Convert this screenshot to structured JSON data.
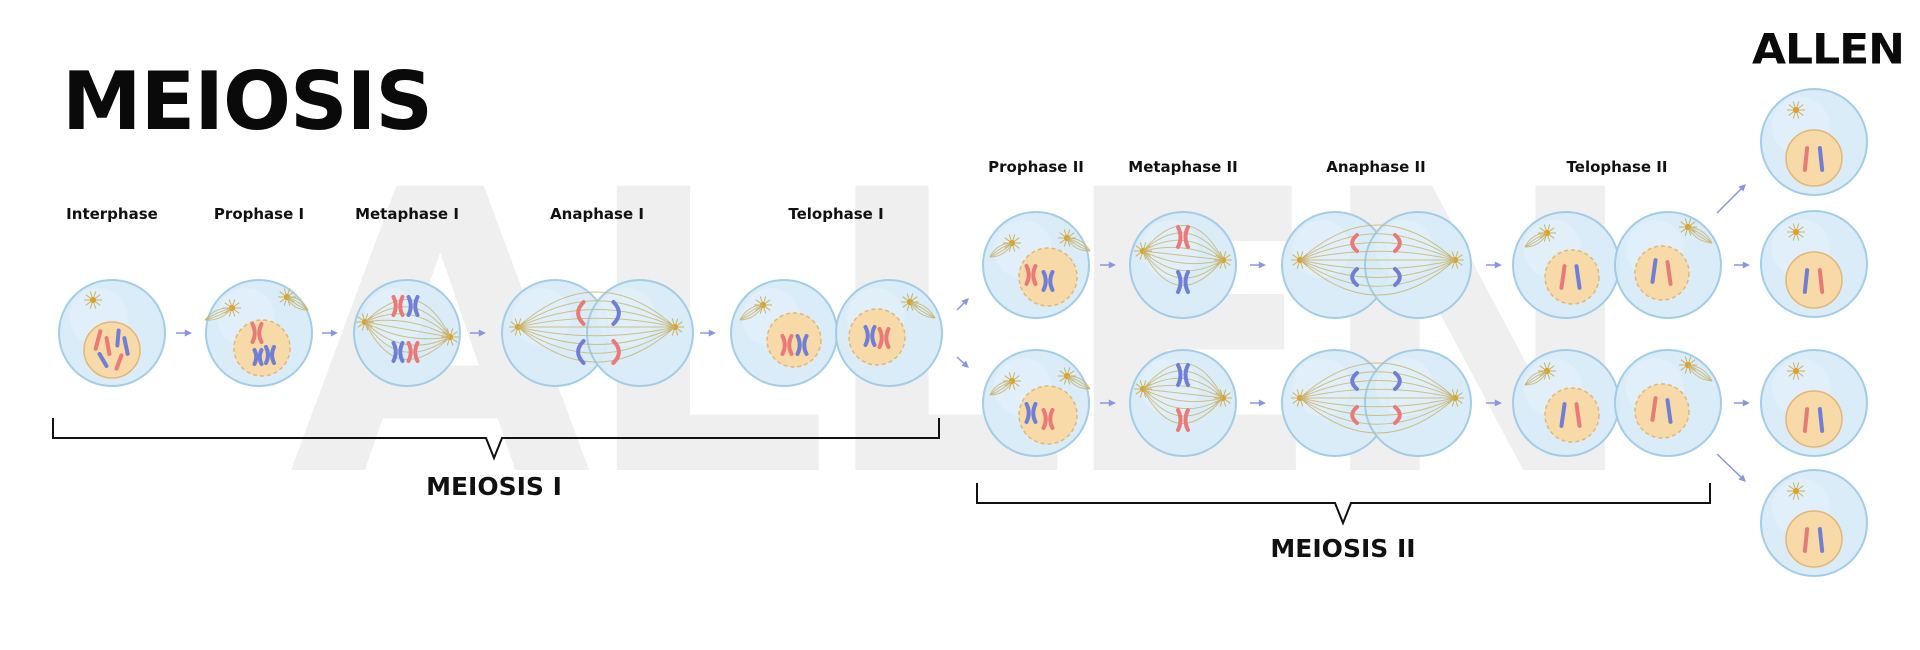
{
  "title": "MEIOSIS",
  "logo": "ALLEN",
  "watermark": "ALLEN",
  "phases": {
    "interphase": "Interphase",
    "prophase1": "Prophase I",
    "metaphase1": "Metaphase I",
    "anaphase1": "Anaphase I",
    "telophase1": "Telophase I",
    "prophase2": "Prophase II",
    "metaphase2": "Metaphase II",
    "anaphase2": "Anaphase II",
    "telophase2": "Telophase II"
  },
  "groups": {
    "meiosis1": "MEIOSIS I",
    "meiosis2": "MEIOSIS II"
  },
  "colors": {
    "cell_fill": "#d8ecf8",
    "cell_stroke": "#9fcbe6",
    "nucleus_fill": "#f8d9a8",
    "nucleus_stroke": "#e3b777",
    "chromosome_red": "#e87a7a",
    "chromosome_blue": "#6f7fd6",
    "spindle": "#c9b36a",
    "centrosome": "#e0a020",
    "arrow": "#8a97e0",
    "bracket": "#111111",
    "watermark": "#efefef"
  }
}
